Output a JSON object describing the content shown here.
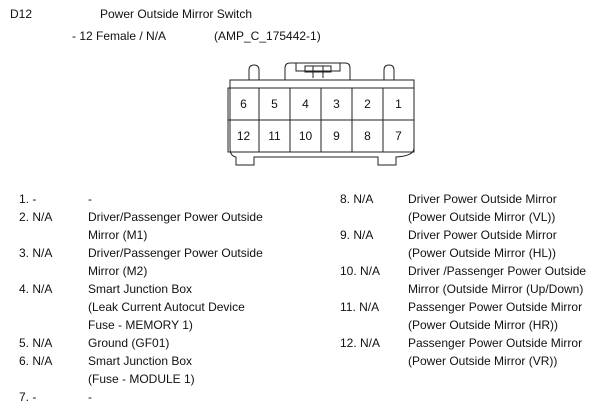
{
  "header": {
    "connector_id": "D12",
    "connector_name": "Power Outside Mirror Switch",
    "connector_type": "- 12 Female / N/A",
    "part_number": "(AMP_C_175442-1)"
  },
  "connector": {
    "top_row": [
      "6",
      "5",
      "4",
      "3",
      "2",
      "1"
    ],
    "bottom_row": [
      "12",
      "11",
      "10",
      "9",
      "8",
      "7"
    ]
  },
  "pins": [
    {
      "num": "1. -",
      "desc": [
        "-"
      ]
    },
    {
      "num": "2. N/A",
      "desc": [
        "Driver/Passenger Power Outside",
        "Mirror (M1)"
      ]
    },
    {
      "num": "3. N/A",
      "desc": [
        "Driver/Passenger Power Outside",
        "Mirror (M2)"
      ]
    },
    {
      "num": "4. N/A",
      "desc": [
        "Smart Junction Box",
        "(Leak Current Autocut Device",
        "Fuse - MEMORY 1)"
      ]
    },
    {
      "num": "5. N/A",
      "desc": [
        "Ground (GF01)"
      ]
    },
    {
      "num": "6. N/A",
      "desc": [
        "Smart Junction Box",
        "(Fuse - MODULE 1)"
      ]
    },
    {
      "num": "7. -",
      "desc": [
        "-"
      ]
    },
    {
      "num": "8. N/A",
      "desc": [
        "Driver Power Outside Mirror",
        "(Power Outside Mirror (VL))"
      ]
    },
    {
      "num": "9. N/A",
      "desc": [
        "Driver Power Outside Mirror",
        "(Power Outside Mirror (HL))"
      ]
    },
    {
      "num": "10. N/A",
      "desc": [
        "Driver /Passenger Power Outside",
        "Mirror (Outside Mirror (Up/Down)"
      ]
    },
    {
      "num": "11. N/A",
      "desc": [
        "Passenger Power Outside Mirror",
        "(Power Outside Mirror (HR))"
      ]
    },
    {
      "num": "12. N/A",
      "desc": [
        "Passenger Power Outside Mirror",
        "(Power Outside Mirror (VR))"
      ]
    }
  ]
}
